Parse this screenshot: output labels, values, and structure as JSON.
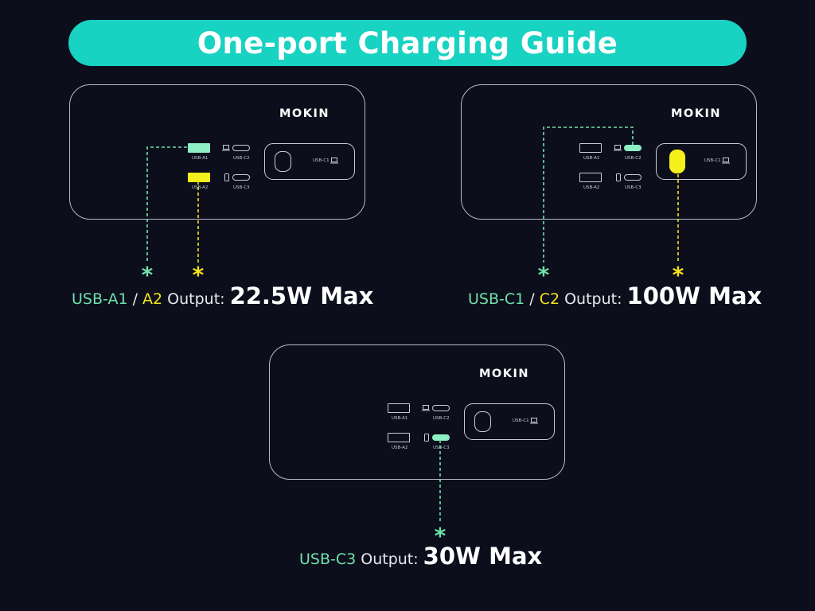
{
  "title": "One-port Charging Guide",
  "colors": {
    "green": "#6fe1a7",
    "yellow": "#f3e21b",
    "teal": "#18d2c2"
  },
  "panels": [
    {
      "brand": "MOKIN",
      "ports": {
        "a1": "USB-A1",
        "a2": "USB-A2",
        "c1": "USB-C1",
        "c2": "USB-C2",
        "c3": "USB-C3"
      },
      "highlighted": [
        "USB-A1",
        "USB-A2"
      ],
      "output": {
        "port_first": "USB-A1",
        "separator": " / ",
        "port_second": "A2",
        "label": " Output:",
        "value": "22.5W Max"
      }
    },
    {
      "brand": "MOKIN",
      "ports": {
        "a1": "USB-A1",
        "a2": "USB-A2",
        "c1": "USB-C1",
        "c2": "USB-C2",
        "c3": "USB-C3"
      },
      "highlighted": [
        "USB-C1",
        "USB-C2"
      ],
      "output": {
        "port_first": "USB-C1",
        "separator": " / ",
        "port_second": "C2",
        "label": " Output:",
        "value": "100W Max"
      }
    },
    {
      "brand": "MOKIN",
      "ports": {
        "a1": "USB-A1",
        "a2": "USB-A2",
        "c1": "USB-C1",
        "c2": "USB-C2",
        "c3": "USB-C3"
      },
      "highlighted": [
        "USB-C3"
      ],
      "output": {
        "port_first": "USB-C3",
        "label": " Output:",
        "value": "30W Max"
      }
    }
  ]
}
